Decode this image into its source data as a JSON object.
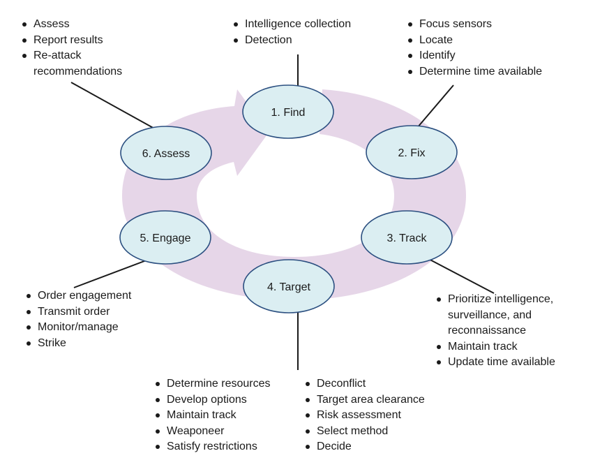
{
  "nodes": [
    {
      "id": "find",
      "label": "1. Find"
    },
    {
      "id": "fix",
      "label": "2. Fix"
    },
    {
      "id": "track",
      "label": "3. Track"
    },
    {
      "id": "target",
      "label": "4. Target"
    },
    {
      "id": "engage",
      "label": "5. Engage"
    },
    {
      "id": "assess",
      "label": "6. Assess"
    }
  ],
  "notes": {
    "assess": [
      "Assess",
      "Report results",
      "Re-attack",
      "recommendations"
    ],
    "find": [
      "Intelligence collection",
      "Detection"
    ],
    "fix": [
      "Focus sensors",
      "Locate",
      "Identify",
      "Determine time available"
    ],
    "engage": [
      "Order engagement",
      "Transmit order",
      "Monitor/manage",
      "Strike"
    ],
    "track": [
      "Prioritize intelligence,",
      "surveillance, and",
      "reconnaissance",
      "Maintain track",
      "Update time available"
    ],
    "target_left": [
      "Determine resources",
      "Develop options",
      "Maintain track",
      "Weaponeer",
      "Satisfy restrictions"
    ],
    "target_right": [
      "Deconflict",
      "Target area clearance",
      "Risk assessment",
      "Select method",
      "Decide"
    ]
  },
  "colors": {
    "cycle_arrow": "#e6d6e8",
    "node_fill": "#dbeef2",
    "node_stroke": "#2b4f80",
    "connector": "#1a1a1a"
  }
}
